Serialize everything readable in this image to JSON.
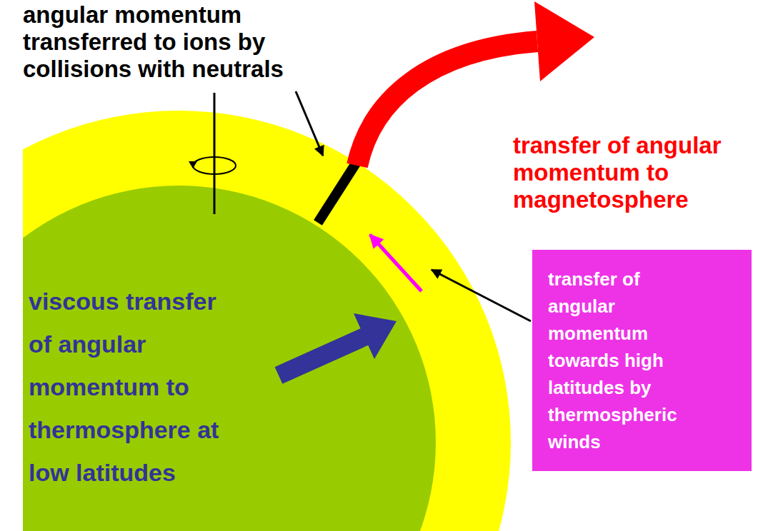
{
  "diagram": {
    "nodes": [
      {
        "text": [
          "transfer of angular momentum towards high latitudes by thermospheric winds"
        ]
      }
    ],
    "labels": [
      "angular momentum transferred to ions by collisions with neutrals",
      "transfer of angular momentum to magnetosphere",
      "viscous transfer of angular momentum to thermosphere at low latitudes"
    ]
  }
}
